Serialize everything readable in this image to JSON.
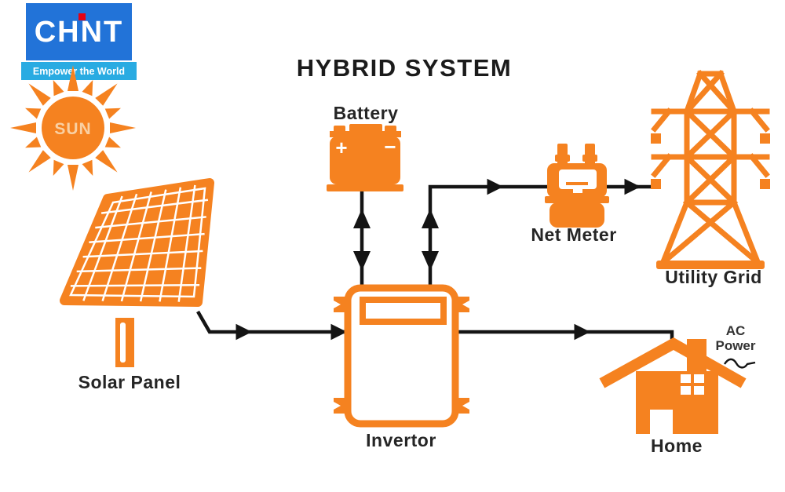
{
  "title": "HYBRID SYSTEM",
  "brand": {
    "name": "CHNT",
    "tagline": "Empower the World"
  },
  "sun": {
    "label": "SUN"
  },
  "components": {
    "solar_panel": {
      "label": "Solar Panel"
    },
    "battery": {
      "label": "Battery",
      "plus": "+",
      "minus": "−"
    },
    "inverter": {
      "label": "Invertor"
    },
    "net_meter": {
      "label": "Net Meter"
    },
    "utility_grid": {
      "label": "Utility Grid"
    },
    "home": {
      "label": "Home"
    },
    "ac_power": {
      "line1": "AC",
      "line2": "Power"
    }
  },
  "colors": {
    "orange": "#f58220",
    "line": "#141414",
    "label": "#252525",
    "brand_blue": "#2273d8",
    "band_blue": "#29abe2",
    "dot_red": "#e60012",
    "sun_text": "#f9d0a3",
    "white": "#ffffff"
  }
}
